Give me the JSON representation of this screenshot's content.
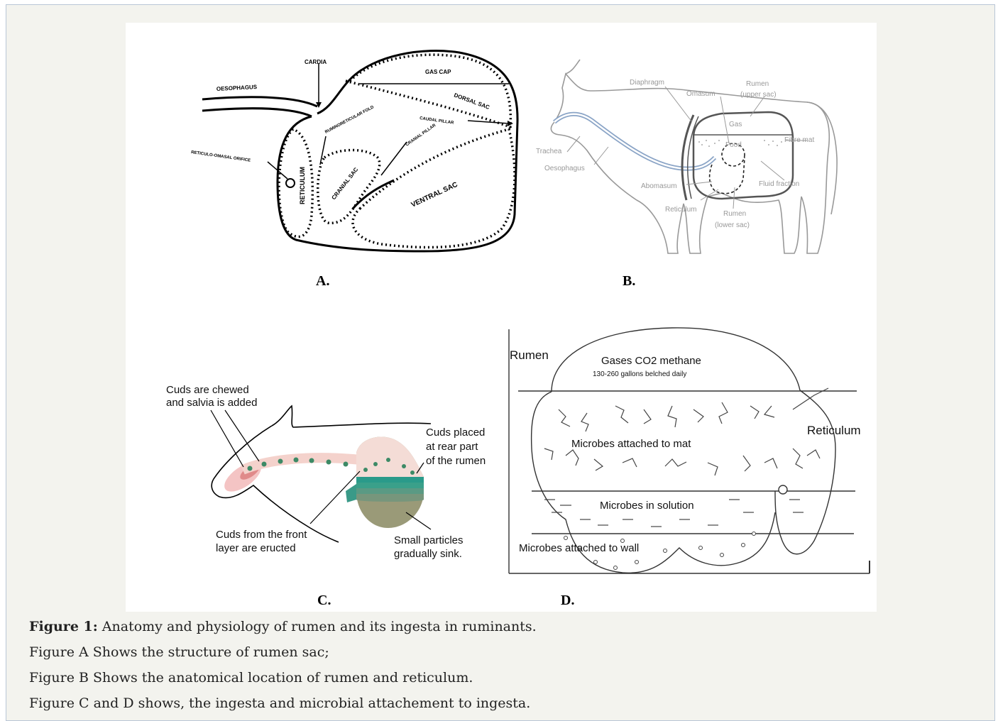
{
  "panelA": {
    "letter": "A.",
    "labels": {
      "oesophagus": "OESOPHAGUS",
      "cardia": "CARDIA",
      "gas_cap": "GAS CAP",
      "dorsal_sac": "DORSAL SAC",
      "ruminoreticular_fold": "RUMINORETICULAR FOLD",
      "caudal_pillar": "CAUDAL PILLAR",
      "cranial_pillar": "CRANIAL PILLAR",
      "reticulo_omasal_orifice": "RETICULO-OMASAL ORIFICE",
      "reticulum": "RETICULUM",
      "cranial_sac": "CRANIAL SAC",
      "ventral_sac": "VENTRAL SAC"
    }
  },
  "panelB": {
    "letter": "B.",
    "labels": {
      "diaphragm": "Diaphragm",
      "omasum": "Omasum",
      "rumen_upper_1": "Rumen",
      "rumen_upper_2": "(upper sac)",
      "gas": "Gas",
      "food": "Food",
      "fibre_mat": "Fibre mat",
      "trachea": "Trachea",
      "oesophagus": "Oesophagus",
      "fluid_fraction": "Fluid fraction",
      "abomasum": "Abomasum",
      "reticulum": "Reticulum",
      "rumen_lower_1": "Rumen",
      "rumen_lower_2": "(lower sac)"
    }
  },
  "panelC": {
    "letter": "C.",
    "labels": {
      "cuds_chewed_1": "Cuds are chewed",
      "cuds_chewed_2": "and salvia is added",
      "cuds_placed_1": "Cuds placed",
      "cuds_placed_2": "at rear part",
      "cuds_placed_3": "of the rumen",
      "cuds_front_1": "Cuds from the front",
      "cuds_front_2": "layer are eructed",
      "small_particles_1": "Small particles",
      "small_particles_2": "gradually sink."
    }
  },
  "panelD": {
    "letter": "D.",
    "labels": {
      "rumen": "Rumen",
      "gases": "Gases CO2  methane",
      "gallons": "130-260 gallons belched daily",
      "reticulum": "Reticulum",
      "microbes_mat": "Microbes attached to mat",
      "microbes_solution": "Microbes in solution",
      "microbes_wall": "Microbes attached to wall"
    }
  },
  "caption": {
    "bold": "Figure 1:",
    "line1": " Anatomy and physiology of rumen and its ingesta in ruminants.",
    "line2": "Figure A Shows the structure of rumen sac;",
    "line3": "Figure B Shows the anatomical location of rumen and reticulum.",
    "line4": "Figure C and D shows, the ingesta and microbial attachement to ingesta."
  }
}
